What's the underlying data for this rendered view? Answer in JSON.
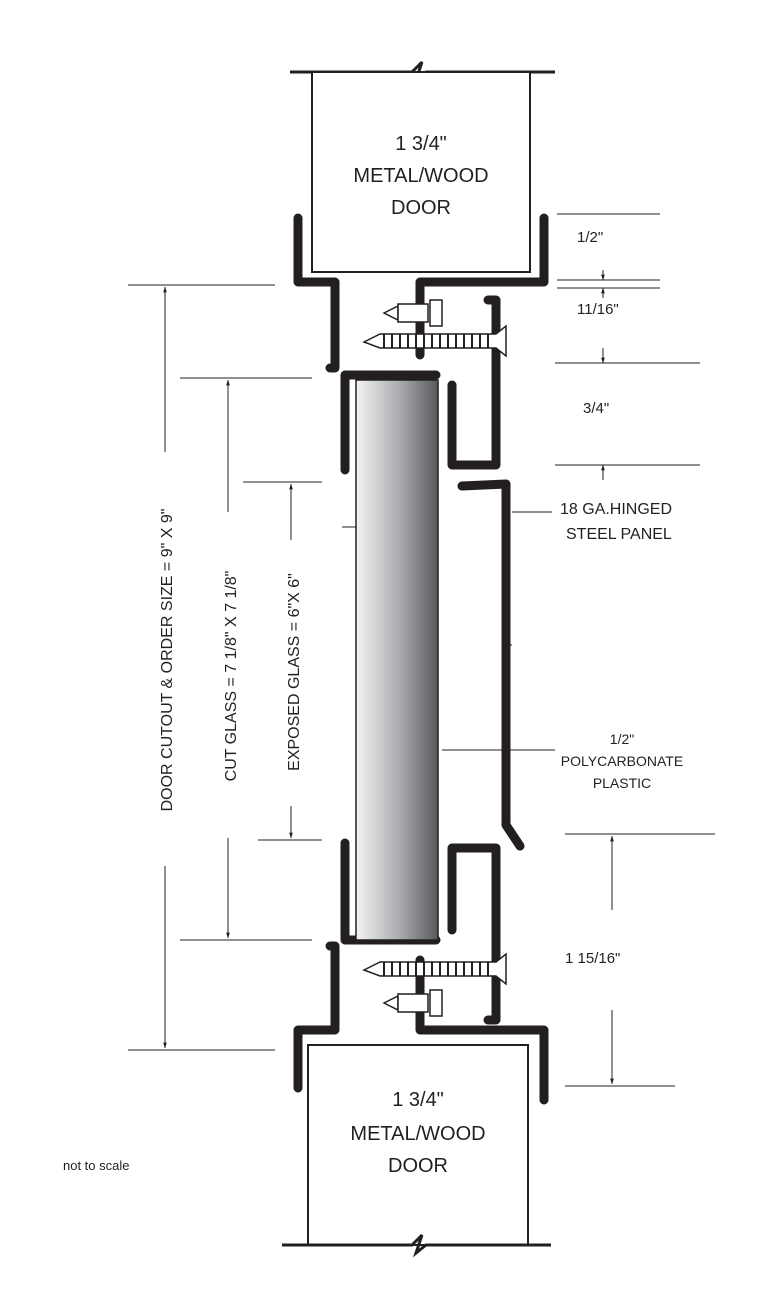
{
  "top_door": {
    "line1": "1 3/4\"",
    "line2": "METAL/WOOD",
    "line3": "DOOR"
  },
  "bottom_door": {
    "line1": "1 3/4\"",
    "line2": "METAL/WOOD",
    "line3": "DOOR"
  },
  "dimensions": {
    "half_inch": "1/2\"",
    "eleven_sixteenths": "11/16\"",
    "three_quarters": "3/4\"",
    "one_fifteen_sixteenths": "1 15/16\""
  },
  "callouts": {
    "panel_line1": "18 GA.HINGED",
    "panel_line2": "STEEL PANEL",
    "plastic_line1": "1/2\"",
    "plastic_line2": "POLYCARBONATE",
    "plastic_line3": "PLASTIC"
  },
  "vertical_labels": {
    "door_cutout": "DOOR CUTOUT & ORDER SIZE  = 9\" X 9\"",
    "cut_glass": "CUT GLASS  = 7 1/8\" X 7 1/8\"",
    "exposed_glass": "EXPOSED GLASS = 6\"X 6\""
  },
  "note": "not to scale",
  "colors": {
    "ink": "#231f20",
    "glass_dark": "#6d6e71",
    "glass_light": "#f1f2f2"
  }
}
